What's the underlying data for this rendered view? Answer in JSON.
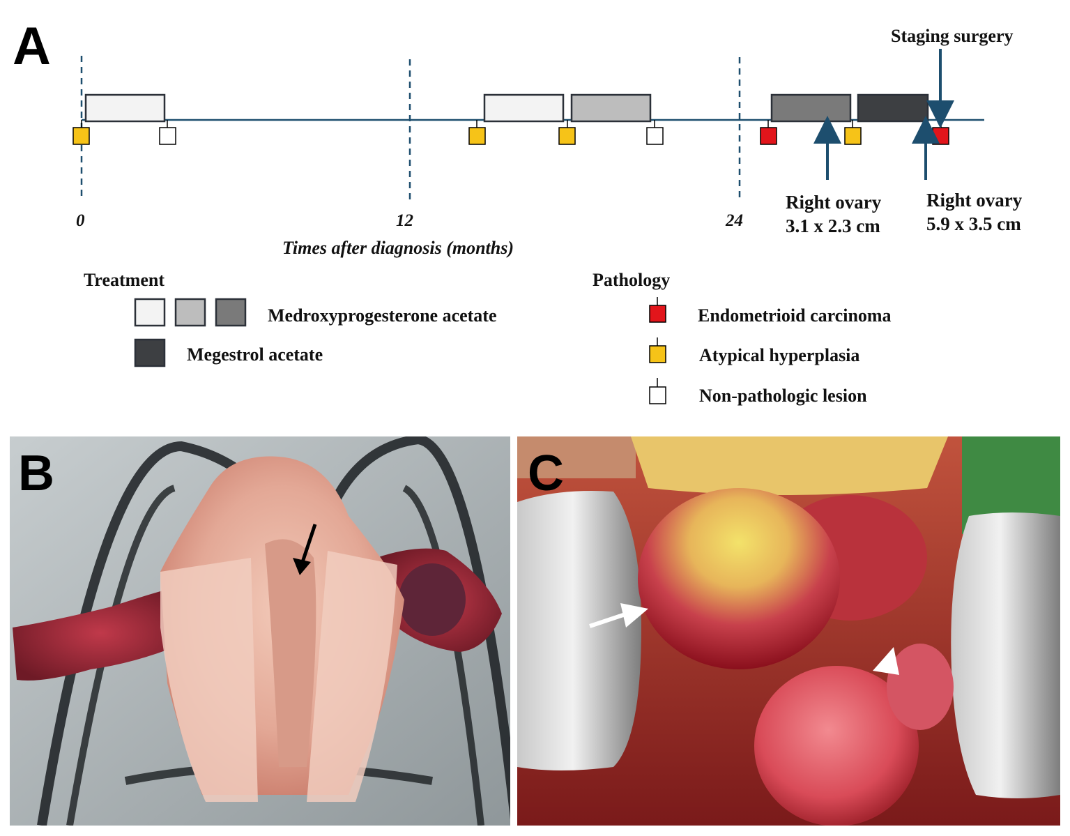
{
  "panel_a": {
    "letter": "A",
    "axis": {
      "title": "Times after diagnosis (months)",
      "ticks": [
        "0",
        "12",
        "24"
      ]
    },
    "annotations": {
      "staging": "Staging surgery",
      "ovary_1_line1": "Right ovary",
      "ovary_1_line2": "3.1 x 2.3 cm",
      "ovary_2_line1": "Right ovary",
      "ovary_2_line2": "5.9 x 3.5 cm"
    },
    "treatment_legend": {
      "heading": "Treatment",
      "items": [
        {
          "label": "Medroxyprogesterone acetate",
          "colors": [
            "#f3f3f3",
            "#bdbdbd",
            "#7a7a7a"
          ]
        },
        {
          "label": "Megestrol acetate",
          "colors": [
            "#3d3f42"
          ]
        }
      ]
    },
    "pathology_legend": {
      "heading": "Pathology",
      "items": [
        {
          "label": "Endometrioid carcinoma",
          "color": "#e2151b"
        },
        {
          "label": "Atypical hyperplasia",
          "color": "#f6c318"
        },
        {
          "label": "Non-pathologic lesion",
          "color": "#ffffff"
        }
      ]
    },
    "colors": {
      "timeline": "#1d4e6e",
      "arrow": "#1d4e6e"
    }
  },
  "panel_b": {
    "letter": "B"
  },
  "panel_c": {
    "letter": "C"
  }
}
